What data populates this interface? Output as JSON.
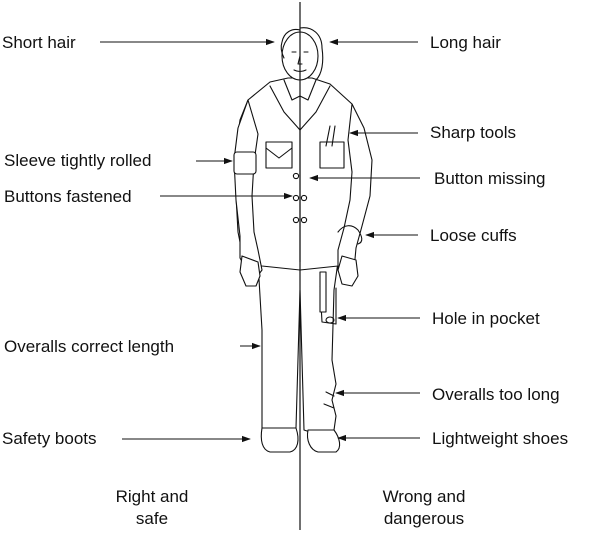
{
  "labels": {
    "left": {
      "short_hair": "Short hair",
      "sleeve_rolled": "Sleeve tightly rolled",
      "buttons_fastened": "Buttons fastened",
      "overalls_correct": "Overalls correct length",
      "safety_boots": "Safety boots"
    },
    "right": {
      "long_hair": "Long hair",
      "sharp_tools": "Sharp tools",
      "button_missing": "Button missing",
      "loose_cuffs": "Loose cuffs",
      "hole_in_pocket": "Hole in pocket",
      "overalls_too_long": "Overalls too long",
      "lightweight_shoes": "Lightweight shoes"
    }
  },
  "captions": {
    "left_line1": "Right and",
    "left_line2": "safe",
    "right_line1": "Wrong and",
    "right_line2": "dangerous"
  }
}
